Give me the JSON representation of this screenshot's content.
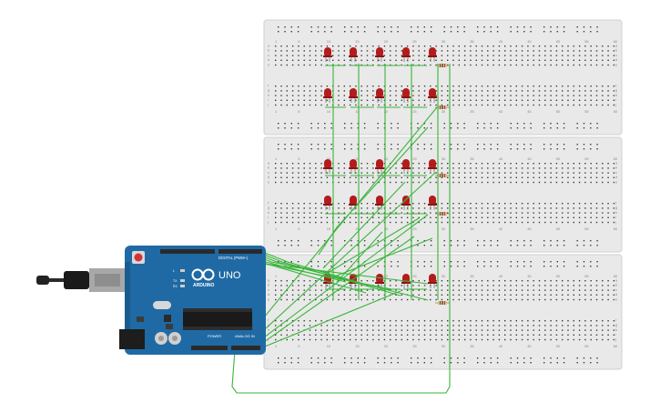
{
  "arduino": {
    "model_label": "UNO",
    "brand_label": "ARDUINO",
    "digital_label": "DIGITAL (PWM~)",
    "power_label": "POWER",
    "analog_label": "ANALOG IN",
    "tx_label": "TX",
    "rx_label": "RX",
    "l_label": "L"
  },
  "breadboards": {
    "column_numbers": [
      "1",
      "5",
      "10",
      "15",
      "20",
      "25",
      "30",
      "35",
      "40",
      "45",
      "50",
      "55",
      "60"
    ],
    "row_letters": [
      "a",
      "b",
      "c",
      "d",
      "e",
      "f",
      "g",
      "h",
      "i",
      "j"
    ]
  },
  "colors": {
    "wire": "#3ab53a",
    "led": "#b41c1c",
    "board": "#1f6aa5",
    "breadboard": "#e9e9e9"
  }
}
